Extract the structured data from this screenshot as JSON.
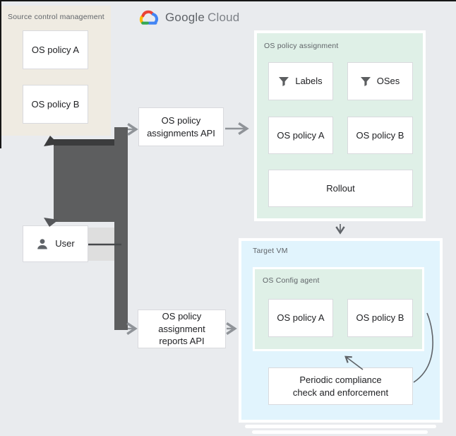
{
  "logo": {
    "google": "Google",
    "cloud": "Cloud"
  },
  "source_panel": {
    "title": "Source control management",
    "policy_a": "OS policy A",
    "policy_b": "OS policy B"
  },
  "user": {
    "label": "User"
  },
  "apis": {
    "assignments": "OS policy\nassignments API",
    "reports": "OS policy\nassignment\nreports API"
  },
  "assignment_panel": {
    "title": "OS policy assignment",
    "labels_box": "Labels",
    "oses_box": "OSes",
    "policy_a": "OS policy A",
    "policy_b": "OS policy B",
    "rollout": "Rollout"
  },
  "target_panel": {
    "title": "Target VM",
    "agent": {
      "title": "OS Config agent",
      "policy_a": "OS policy A",
      "policy_b": "OS policy B"
    },
    "periodic": "Periodic compliance\ncheck and enforcement"
  },
  "icons": {
    "filter": "filter-funnel",
    "person": "person",
    "cloud_logo": "google-cloud"
  },
  "colors": {
    "page_bg": "#e9ebee",
    "source_panel_bg": "#efebe2",
    "assignment_panel_bg": "#dff0e7",
    "target_panel_bg": "#e1f4fd",
    "connector_dark": "#5d5e5f",
    "connector_darker": "#3b3c3d",
    "arrow_gray": "#8f9398",
    "arrow_dark": "#5f6368",
    "box_border": "#d9dade",
    "title_text": "#5f6368",
    "label_text": "#202124",
    "google_blue": "#4285F4",
    "google_red": "#EA4335",
    "google_yellow": "#FBBC04",
    "google_green": "#34A853"
  }
}
